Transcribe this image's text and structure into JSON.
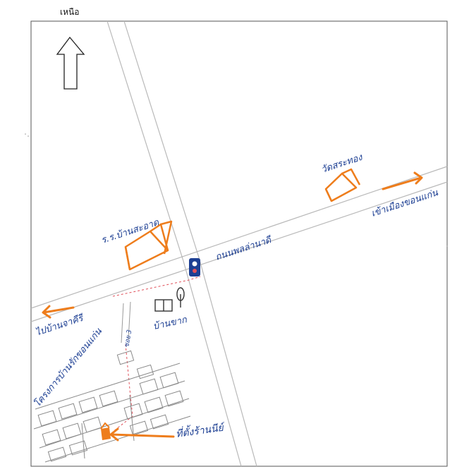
{
  "north_label": "เหนือ",
  "colors": {
    "road_edge": "#b9b9b9",
    "frame": "#555555",
    "ink_blue": "#1d3f93",
    "orange": "#ee7d1c",
    "dashed_red": "#e0505a",
    "sketch_grey": "#8a8a8a"
  },
  "icons": {
    "north": "north-arrow-icon",
    "school": "school-building-icon",
    "temple": "temple-building-icon",
    "traffic_light": "traffic-light-icon",
    "market": "shop-tree-icon"
  },
  "labels": {
    "school": "ร.ร.บ้านสะอาด",
    "temple": "วัดสระทอง",
    "road": "ถนนพลล่านาดี",
    "to_khonkaen": "เข้าเมืองขอนแก่น",
    "to_udon": "ไปบ้านจาคีรี",
    "market": "บ้านขาก",
    "housing": "โครงการบ้านรักขอนแก่น",
    "soi": "ซอย 3",
    "destination": "ที่ตั้งร้านนีย์"
  }
}
